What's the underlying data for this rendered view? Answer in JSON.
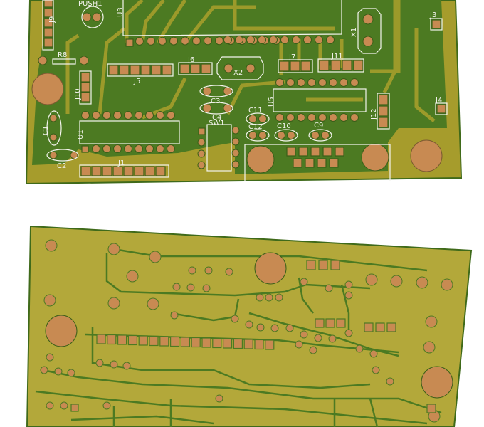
{
  "top_board": {
    "silkscreen_labels": {
      "j9": "J9",
      "push1": "PUSH1",
      "u3": "U3",
      "x1": "X1",
      "j3": "J3",
      "r8": "R8",
      "j6": "J6",
      "x2": "X2",
      "j7": "J7",
      "j11": "J11",
      "j10": "J10",
      "j5": "J5",
      "c1": "C1",
      "c3": "C3",
      "c4": "C4",
      "sw1": "SW1",
      "c11": "C11",
      "u5": "U5",
      "j12": "J12",
      "j4": "J4",
      "c12": "C12",
      "c10": "C10",
      "c9": "C9",
      "c2": "C2",
      "j1": "J1",
      "u1": "U1"
    }
  },
  "colors": {
    "copper_pour": "#4c7a22",
    "board": "#a69c2c",
    "pad": "#c88a52",
    "silkscreen": "#f4f4ee",
    "bottom_board": "#b3a83a"
  }
}
